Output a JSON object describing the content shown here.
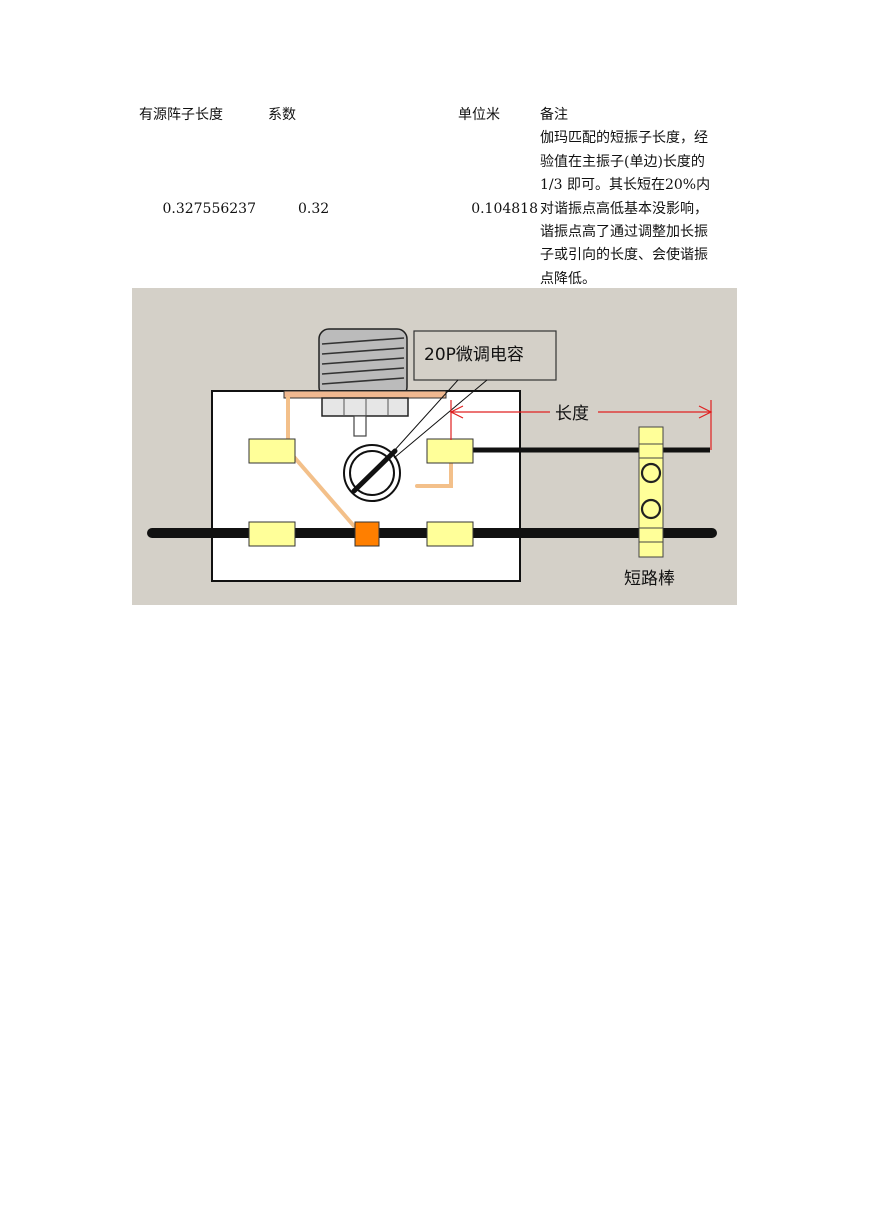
{
  "table": {
    "headers": [
      "有源阵子长度",
      "系数",
      "单位米",
      "备注"
    ],
    "row": {
      "length": "0.327556237",
      "coefficient": "0.32",
      "meters": "0.104818",
      "notes": "伽玛匹配的短振子长度，经验值在主振子(单边)长度的 1/3 即可。其长短在20%内对谐振点高低基本没影响，谐振点高了通过调整加长振子或引向的长度、会使谐振点降低。"
    }
  },
  "figure": {
    "capacitor_label": "20P微调电容",
    "length_label": "长度",
    "short_bar_label": "短路棒",
    "colors": {
      "background": "#d4d0c8",
      "block_fill": "#ffffff",
      "pad_fill": "#ffff99",
      "center_pad": "#ff7f00",
      "wire": "#f3c08a",
      "rod": "#111111",
      "dimension": "#e02020",
      "knob": "#bbbbbb"
    }
  }
}
